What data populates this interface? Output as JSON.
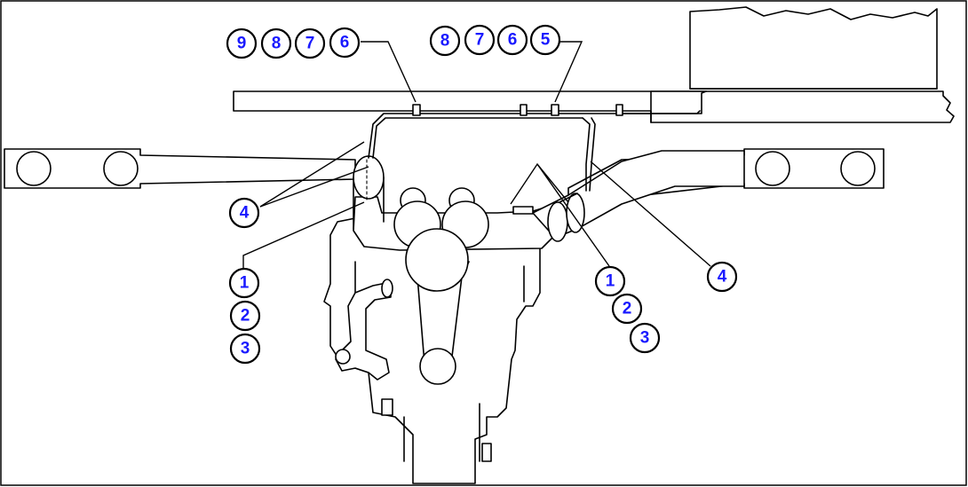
{
  "colors": {
    "line": "#000000",
    "callout_text": "#1a1aff",
    "background": "#ffffff"
  },
  "callouts": {
    "top_left_group": [
      "9",
      "8",
      "7",
      "6"
    ],
    "top_mid_group": [
      "8",
      "7",
      "6",
      "5"
    ],
    "left_pipe_clamp": "4",
    "left_stack": [
      "1",
      "2",
      "3"
    ],
    "right_stack": [
      "1",
      "2",
      "3"
    ],
    "right_pipe_clamp": "4"
  }
}
